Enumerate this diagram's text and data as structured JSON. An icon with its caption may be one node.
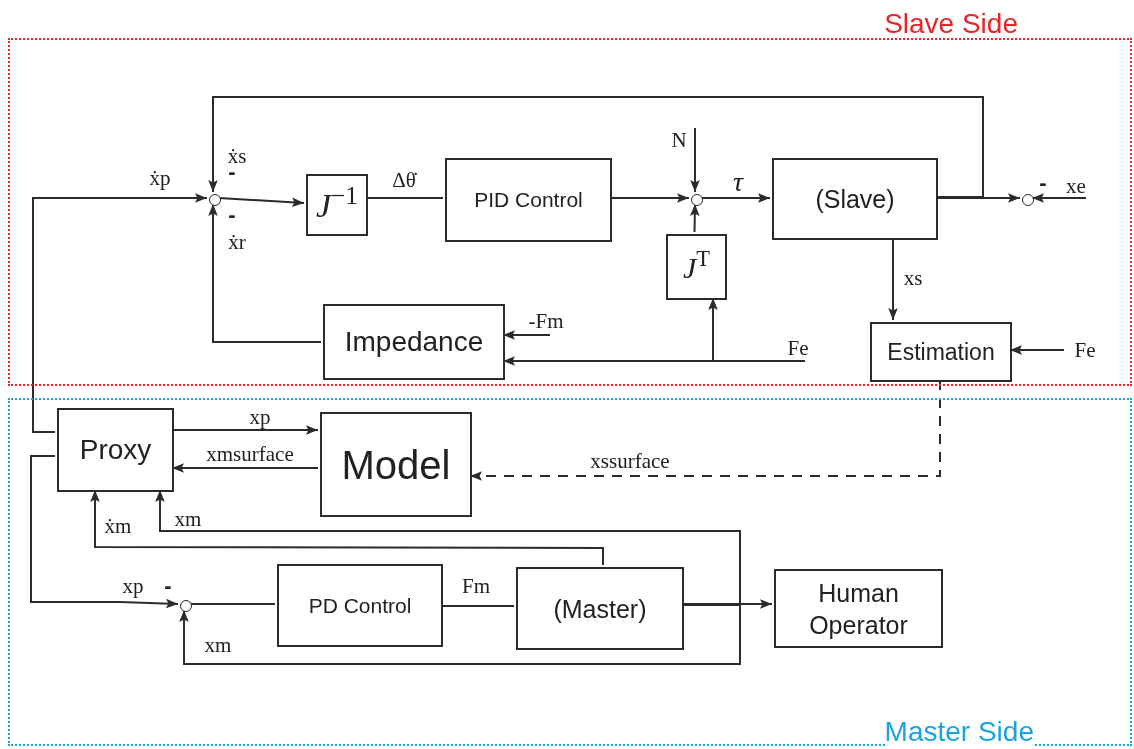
{
  "diagram": {
    "nodes": [
      {
        "text": [
          "Slave Side"
        ]
      },
      {
        "text": [
          "Master Side"
        ]
      },
      {
        "text": [],
        "shape": "circle",
        "in": 0
      },
      {
        "text": [
          "*J*$^{−1}$"
        ],
        "in": 0
      },
      {
        "text": [
          "PID Control"
        ],
        "in": 0
      },
      {
        "text": [],
        "shape": "circle",
        "in": 0
      },
      {
        "text": [
          "*J*$^{T}$"
        ],
        "in": 0
      },
      {
        "text": [
          "(Slave)"
        ],
        "in": 0
      },
      {
        "text": [],
        "shape": "circle",
        "in": 0
      },
      {
        "text": [
          "Impedance"
        ],
        "in": 0
      },
      {
        "text": [
          "Estimation"
        ],
        "in": 0
      },
      {
        "text": [
          "Proxy"
        ],
        "in": 1
      },
      {
        "text": [
          "Model"
        ],
        "in": 1
      },
      {
        "text": [],
        "shape": "circle",
        "in": 1
      },
      {
        "text": [
          "PD Control"
        ],
        "in": 1
      },
      {
        "text": [
          "(Master)"
        ],
        "in": 1
      },
      {
        "text": [
          "Human Operator"
        ],
        "in": 1
      }
    ],
    "edges": [
      {
        "from": 11,
        "to": 2,
        "arrow": "to",
        "label": "ẋp"
      },
      {
        "from": 7,
        "to": 2,
        "arrow": "to",
        "label": "ẋs"
      },
      {
        "from": 9,
        "to": 2,
        "arrow": "to",
        "label": "ẋr"
      },
      {
        "from": 2,
        "to": 3,
        "arrow": "to"
      },
      {
        "from": 3,
        "to": 4,
        "arrow": "none",
        "label": "Δθ̇"
      },
      {
        "from": 4,
        "to": 5,
        "arrow": "to"
      },
      {
        "from": null,
        "to": 5,
        "arrow": "to",
        "label": "N"
      },
      {
        "from": 6,
        "to": 5,
        "arrow": "to"
      },
      {
        "from": 5,
        "to": 7,
        "arrow": "to",
        "label": "τ"
      },
      {
        "from": 7,
        "to": 8,
        "arrow": "to"
      },
      {
        "from": null,
        "to": 8,
        "arrow": "to",
        "label": "xe"
      },
      {
        "from": null,
        "to": 9,
        "arrow": "to",
        "label": "-Fm"
      },
      {
        "from": null,
        "to": 9,
        "arrow": "to",
        "label": "Fe"
      },
      {
        "from": null,
        "to": 6,
        "arrow": "to"
      },
      {
        "from": 7,
        "to": 10,
        "arrow": "to",
        "label": "xs"
      },
      {
        "from": null,
        "to": 10,
        "arrow": "to",
        "label": "Fe"
      },
      {
        "from": 10,
        "to": 12,
        "arrow": "to",
        "label": "xssurface",
        "style": "dashed"
      },
      {
        "from": 11,
        "to": 12,
        "arrow": "to",
        "label": "xp"
      },
      {
        "from": 12,
        "to": 11,
        "arrow": "to",
        "label": "xmsurface"
      },
      {
        "from": 11,
        "to": 13,
        "arrow": "to",
        "label": "xp"
      },
      {
        "from": 15,
        "to": 11,
        "arrow": "to",
        "label": "ẋm"
      },
      {
        "from": 15,
        "to": 11,
        "arrow": "to",
        "label": "xm"
      },
      {
        "from": 15,
        "to": 13,
        "arrow": "to",
        "label": "xm"
      },
      {
        "from": 13,
        "to": 14,
        "arrow": "none"
      },
      {
        "from": 14,
        "to": 15,
        "arrow": "none",
        "label": "Fm"
      },
      {
        "from": 15,
        "to": 16,
        "arrow": "to"
      }
    ],
    "labels": [
      "-",
      "-",
      "-",
      "-"
    ]
  }
}
